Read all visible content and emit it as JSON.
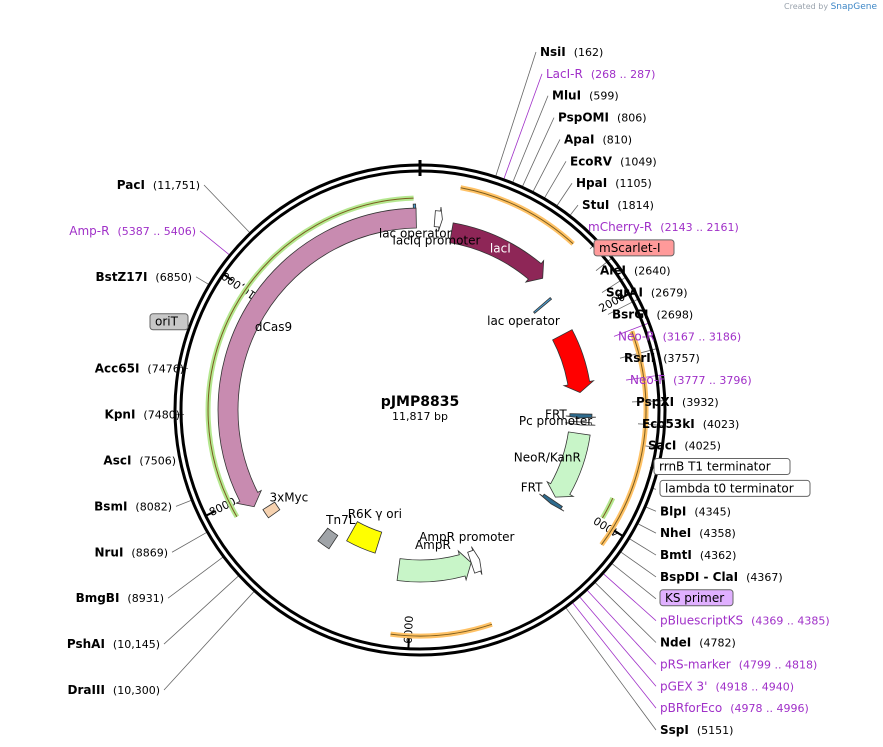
{
  "credit": {
    "prefix": "Created by",
    "brand": "SnapGene"
  },
  "plasmid": {
    "name": "pJMP8835",
    "size": "11,817 bp",
    "total_bp": 11817
  },
  "ticks": [
    {
      "bp": 2000,
      "label": "2000"
    },
    {
      "bp": 4000,
      "label": "4000"
    },
    {
      "bp": 6000,
      "label": "6000"
    },
    {
      "bp": 8000,
      "label": "8000"
    },
    {
      "bp": 10000,
      "label": "10,000"
    }
  ],
  "features": [
    {
      "name": "lacI",
      "start": 330,
      "end": 1410,
      "color": "#8e2657",
      "label": "lacI",
      "label_inside": true,
      "direction": "cw"
    },
    {
      "name": "lacIq promoter",
      "start": 145,
      "end": 220,
      "color": "#ffffff",
      "label": "lacIq promoter",
      "direction": "cw"
    },
    {
      "name": "lac operator (top)",
      "start": 11755,
      "end": 11777,
      "color": "#4a9ccf",
      "label": "lac operator",
      "direction": "none"
    },
    {
      "name": "lac operator (right)",
      "start": 1615,
      "end": 1637,
      "color": "#4a9ccf",
      "label": "lac operator",
      "direction": "none"
    },
    {
      "name": "mScarlet-I",
      "start": 2040,
      "end": 2750,
      "color": "#ff0000",
      "label": "",
      "direction": "cw"
    },
    {
      "name": "FRT (upper)",
      "start": 3000,
      "end": 3048,
      "color": "#2e6b8e",
      "label": "FRT",
      "direction": "cw"
    },
    {
      "name": "Pc promoter",
      "start": 3095,
      "end": 3130,
      "color": "#ffffff",
      "label": "Pc promoter",
      "direction": "cw"
    },
    {
      "name": "NeoR/KanR",
      "start": 3230,
      "end": 4030,
      "color": "#c8f5c8",
      "label": "NeoR/KanR",
      "direction": "cw"
    },
    {
      "name": "FRT (lower)",
      "start": 4075,
      "end": 4123,
      "color": "#2e6b8e",
      "label": "FRT",
      "direction": "cw"
    },
    {
      "name": "AmpR promoter",
      "start": 5195,
      "end": 5300,
      "color": "#ffffff",
      "label": "AmpR promoter",
      "direction": "ccw"
    },
    {
      "name": "AmpR",
      "start": 5300,
      "end": 6160,
      "color": "#c8f5c8",
      "label": "AmpR",
      "direction": "ccw"
    },
    {
      "name": "R6K γ ori",
      "start": 6480,
      "end": 6870,
      "color": "#ffff00",
      "label": "R6K γ ori",
      "direction": "none"
    },
    {
      "name": "Tn7L",
      "start": 7000,
      "end": 7155,
      "color": "#a0a4a8",
      "label": "Tn7L",
      "direction": "none"
    },
    {
      "name": "3xMyc",
      "start": 7700,
      "end": 7800,
      "color": "#f6d2b0",
      "label": "3xMyc",
      "direction": "none"
    },
    {
      "name": "dCas9",
      "start": 7870,
      "end": 11780,
      "color": "#c88bb0",
      "label": "dCas9",
      "direction": "ccw"
    }
  ],
  "outer_arcs": [
    {
      "name": "orange arc 1",
      "start": 340,
      "end": 1400,
      "color": "#ffc266",
      "direction": "cw"
    },
    {
      "name": "orange arc 2",
      "start": 2285,
      "end": 4155,
      "color": "#ffc266",
      "direction": "cw"
    },
    {
      "name": "orange arc 3",
      "start": 5300,
      "end": 6155,
      "color": "#ffc266",
      "direction": "ccw"
    },
    {
      "name": "green arc 1",
      "start": 3760,
      "end": 3960,
      "color": "#b5e890",
      "direction": "cw"
    },
    {
      "name": "green arc 2",
      "start": 7870,
      "end": 11760,
      "color": "#b5e890",
      "direction": "ccw"
    }
  ],
  "sites": [
    {
      "enzyme": "PacI",
      "pos": "(11,751)",
      "side": "left",
      "style": "enzyme"
    },
    {
      "enzyme": "NsiI",
      "pos": "(162)",
      "side": "right",
      "style": "enzyme"
    },
    {
      "enzyme": "LacI-R",
      "pos": "(268 .. 287)",
      "side": "right",
      "style": "primer"
    },
    {
      "enzyme": "MluI",
      "pos": "(599)",
      "side": "right",
      "style": "enzyme"
    },
    {
      "enzyme": "PspOMI",
      "pos": "(806)",
      "side": "right",
      "style": "enzyme"
    },
    {
      "enzyme": "ApaI",
      "pos": "(810)",
      "side": "right",
      "style": "enzyme"
    },
    {
      "enzyme": "EcoRV",
      "pos": "(1049)",
      "side": "right",
      "style": "enzyme"
    },
    {
      "enzyme": "HpaI",
      "pos": "(1105)",
      "side": "right",
      "style": "enzyme"
    },
    {
      "enzyme": "StuI",
      "pos": "(1814)",
      "side": "right",
      "style": "enzyme"
    },
    {
      "enzyme": "mCherry-R",
      "pos": "(2143 .. 2161)",
      "side": "right",
      "style": "primer"
    },
    {
      "enzyme": "mScarlet-I",
      "pos": "",
      "side": "right",
      "style": "box-red"
    },
    {
      "enzyme": "AleI",
      "pos": "(2640)",
      "side": "right",
      "style": "enzyme"
    },
    {
      "enzyme": "SgrAI",
      "pos": "(2679)",
      "side": "right",
      "style": "enzyme"
    },
    {
      "enzyme": "BsrGI",
      "pos": "(2698)",
      "side": "right",
      "style": "enzyme"
    },
    {
      "enzyme": "Neo-R",
      "pos": "(3167 .. 3186)",
      "side": "right",
      "style": "primer"
    },
    {
      "enzyme": "RsrII",
      "pos": "(3757)",
      "side": "right",
      "style": "enzyme"
    },
    {
      "enzyme": "Neo-F",
      "pos": "(3777 .. 3796)",
      "side": "right",
      "style": "primer"
    },
    {
      "enzyme": "PspXI",
      "pos": "(3932)",
      "side": "right",
      "style": "enzyme"
    },
    {
      "enzyme": "Eco53kI",
      "pos": "(4023)",
      "side": "right",
      "style": "enzyme"
    },
    {
      "enzyme": "SacI",
      "pos": "(4025)",
      "side": "right",
      "style": "enzyme"
    },
    {
      "enzyme": "rrnB T1 terminator",
      "pos": "",
      "side": "right",
      "style": "box-white"
    },
    {
      "enzyme": "lambda t0 terminator",
      "pos": "",
      "side": "right",
      "style": "box-white"
    },
    {
      "enzyme": "BlpI",
      "pos": "(4345)",
      "side": "right",
      "style": "enzyme"
    },
    {
      "enzyme": "NheI",
      "pos": "(4358)",
      "side": "right",
      "style": "enzyme"
    },
    {
      "enzyme": "BmtI",
      "pos": "(4362)",
      "side": "right",
      "style": "enzyme"
    },
    {
      "enzyme": "BspDI - ClaI",
      "pos": "(4367)",
      "side": "right",
      "style": "enzyme"
    },
    {
      "enzyme": "KS primer",
      "pos": "",
      "side": "right",
      "style": "box-purple"
    },
    {
      "enzyme": "pBluescriptKS",
      "pos": "(4369 .. 4385)",
      "side": "right",
      "style": "primer"
    },
    {
      "enzyme": "NdeI",
      "pos": "(4782)",
      "side": "right",
      "style": "enzyme"
    },
    {
      "enzyme": "pRS-marker",
      "pos": "(4799 .. 4818)",
      "side": "right",
      "style": "primer"
    },
    {
      "enzyme": "pGEX 3'",
      "pos": "(4918 .. 4940)",
      "side": "right",
      "style": "primer"
    },
    {
      "enzyme": "pBRforEco",
      "pos": "(4978 .. 4996)",
      "side": "right",
      "style": "primer"
    },
    {
      "enzyme": "SspI",
      "pos": "(5151)",
      "side": "right",
      "style": "enzyme"
    },
    {
      "enzyme": "Amp-R",
      "pos": "(5387 .. 5406)",
      "side": "left",
      "style": "primer"
    },
    {
      "enzyme": "BstZ17I",
      "pos": "(6850)",
      "side": "left",
      "style": "enzyme"
    },
    {
      "enzyme": "oriT",
      "pos": "",
      "side": "left",
      "style": "box-gray"
    },
    {
      "enzyme": "Acc65I",
      "pos": "(7476)",
      "side": "left",
      "style": "enzyme"
    },
    {
      "enzyme": "KpnI",
      "pos": "(7480)",
      "side": "left",
      "style": "enzyme"
    },
    {
      "enzyme": "AscI",
      "pos": "(7506)",
      "side": "left",
      "style": "enzyme"
    },
    {
      "enzyme": "BsmI",
      "pos": "(8082)",
      "side": "left",
      "style": "enzyme"
    },
    {
      "enzyme": "NruI",
      "pos": "(8869)",
      "side": "left",
      "style": "enzyme"
    },
    {
      "enzyme": "BmgBI",
      "pos": "(8931)",
      "side": "left",
      "style": "enzyme"
    },
    {
      "enzyme": "PshAI",
      "pos": "(10,145)",
      "side": "left",
      "style": "enzyme"
    },
    {
      "enzyme": "DraIII",
      "pos": "(10,300)",
      "side": "left",
      "style": "enzyme"
    }
  ],
  "colors": {
    "primer": "#a030c8",
    "enzyme": "#000000",
    "backbone": "#000000"
  }
}
